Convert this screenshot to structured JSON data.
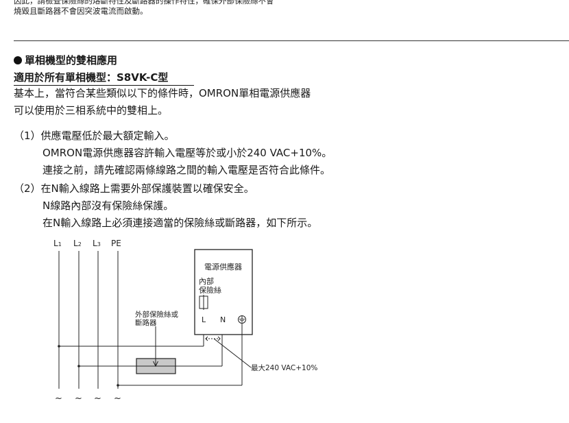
{
  "top_note": {
    "line1": "因此，請檢查保險絲的熔斷特性及斷路器的操作特性，確保外部保險絲不會",
    "line2": "燒毀且斷路器不會因突波電流而啟動。"
  },
  "section": {
    "title": "單相機型的雙相應用",
    "subtitle": "適用於所有單相機型：S8VK-C型",
    "intro_line1": "基本上，當符合某些類似以下的條件時，OMRON單相電源供應器",
    "intro_line2": "可以使用於三相系統中的雙相上。"
  },
  "conditions": [
    {
      "label": "（1）供應電壓低於最大額定輸入。",
      "details": [
        "OMRON電源供應器容許輸入電壓等於或小於240 VAC+10%。",
        "連接之前，請先確認兩條線路之間的輸入電壓是否符合此條件。"
      ]
    },
    {
      "label": "（2）在N輸入線路上需要外部保護裝置以確保安全。",
      "details": [
        "N線路內部沒有保險絲保護。",
        "在N輸入線路上必須連接適當的保險絲或斷路器，如下所示。"
      ]
    }
  ],
  "diagram": {
    "lines": [
      {
        "name": "L",
        "sub": "1"
      },
      {
        "name": "L",
        "sub": "2"
      },
      {
        "name": "L",
        "sub": "3"
      },
      {
        "name": "PE",
        "sub": ""
      }
    ],
    "psu_title": "電源供應器",
    "internal_fuse_line1": "內部",
    "internal_fuse_line2": "保險絲",
    "terminal_l": "L",
    "terminal_n": "N",
    "external_label_line1": "外部保險絲或",
    "external_label_line2": "斷路器",
    "voltage_label": "最大240 VAC+10%",
    "wave_symbol": "~",
    "ground_icon": "ground-terminal-icon"
  }
}
